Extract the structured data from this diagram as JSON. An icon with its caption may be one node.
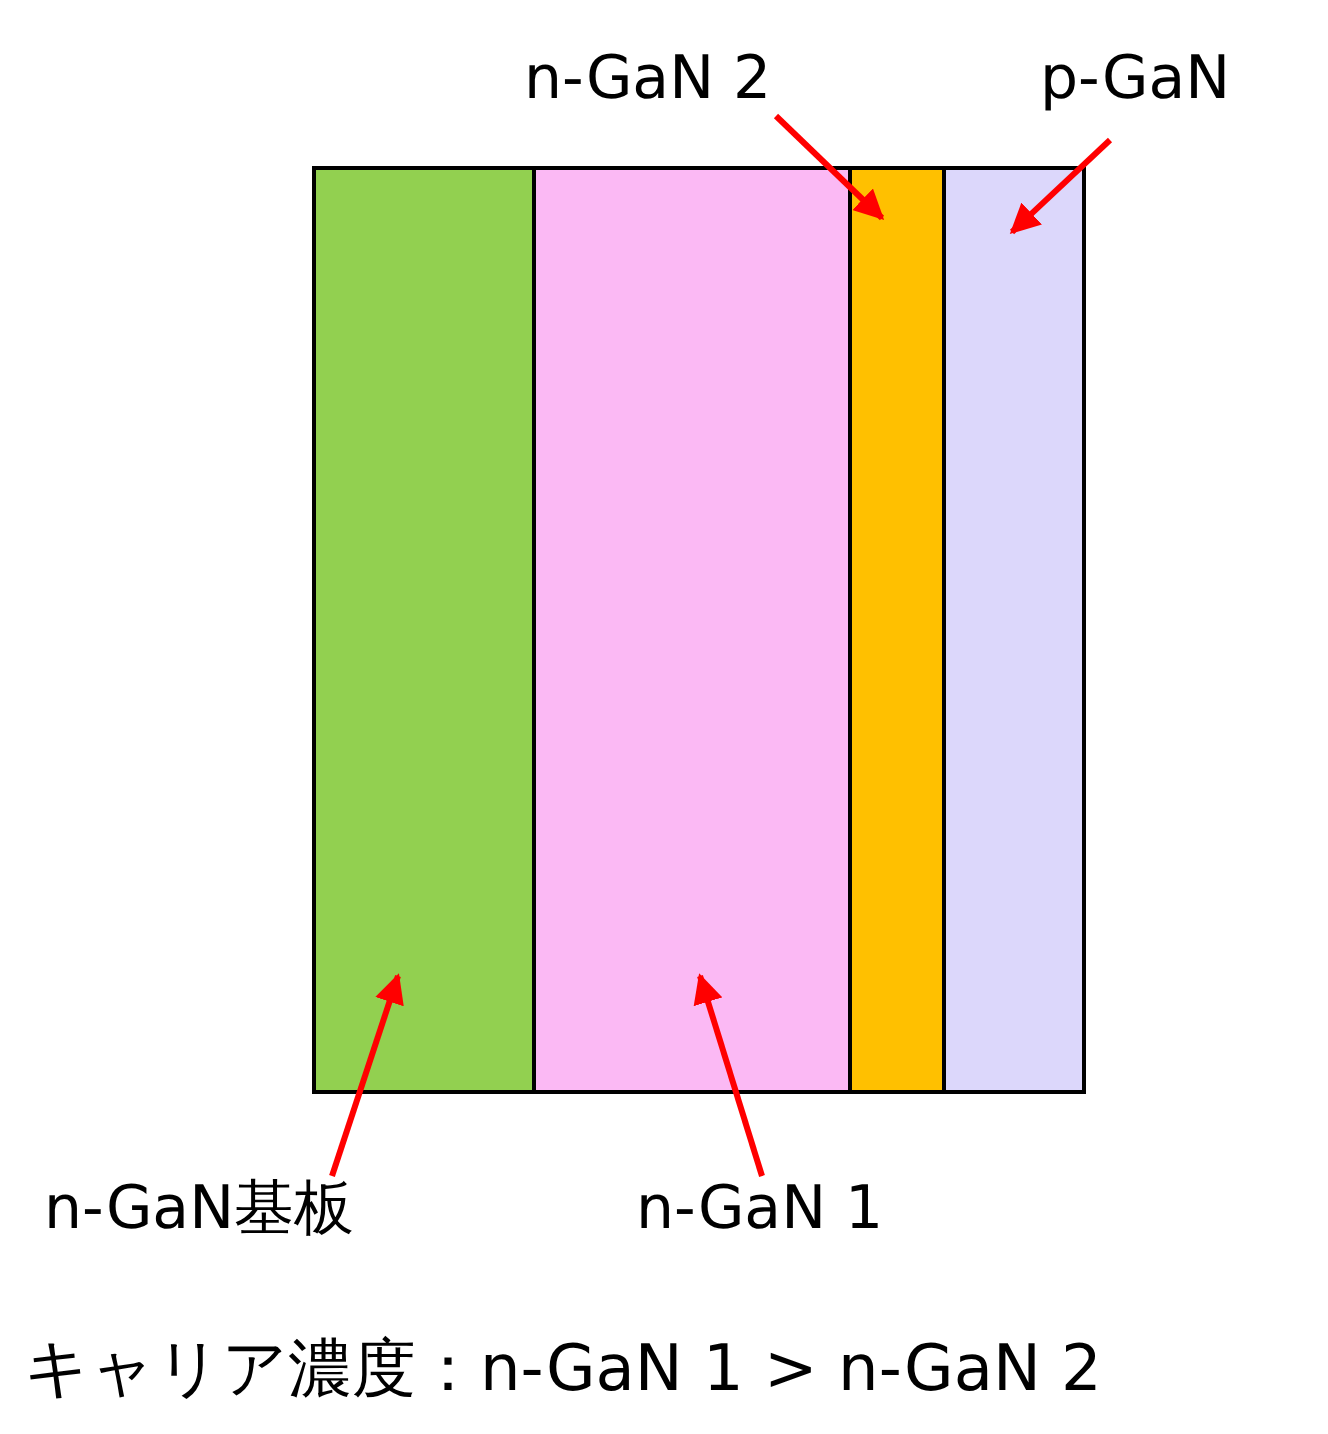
{
  "diagram": {
    "nodes": [
      {
        "text": [
          "n-GaN 2"
        ]
      },
      {
        "text": [
          "p-GaN"
        ]
      },
      {
        "text": [],
        "shape": "box"
      },
      {
        "text": [],
        "shape": "box"
      },
      {
        "text": [],
        "shape": "box"
      },
      {
        "text": [],
        "shape": "box"
      },
      {
        "text": [
          "n-GaN基板"
        ]
      },
      {
        "text": [
          "n-GaN 1"
        ]
      }
    ],
    "edges": [
      {
        "from": 0,
        "to": 4,
        "arrow": "to"
      },
      {
        "from": 1,
        "to": 5,
        "arrow": "to"
      },
      {
        "from": 6,
        "to": 2,
        "arrow": "to"
      },
      {
        "from": 7,
        "to": 3,
        "arrow": "to"
      }
    ],
    "labels": [
      "キャリア濃度：n-GaN 1 > n-GaN 2"
    ]
  }
}
